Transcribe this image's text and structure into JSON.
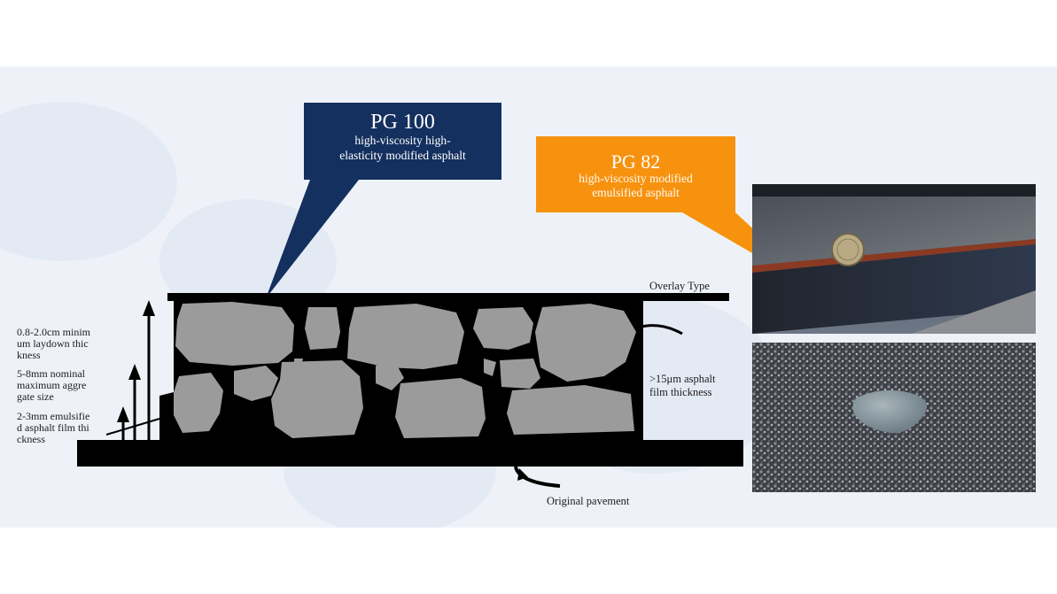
{
  "callouts": {
    "pg100": {
      "title": "PG 100",
      "line1": "high-viscosity high-",
      "line2": "elasticity modified asphalt",
      "color": "#14305f"
    },
    "pg82": {
      "title": "PG 82",
      "line1": "high-viscosity modified",
      "line2": "emulsified asphalt",
      "color": "#f7920f"
    }
  },
  "labels": {
    "overlay_type": "Overlay Type",
    "film_thickness_1": ">15μm asphalt",
    "film_thickness_2": "film thickness",
    "original_pavement": "Original pavement",
    "laydown_1": "0.8-2.0cm minim",
    "laydown_2": "um laydown thic",
    "laydown_3": "kness",
    "aggregate_1": "5-8mm nominal",
    "aggregate_2": "maximum aggre",
    "aggregate_3": "gate size",
    "emulsified_1": "2-3mm emulsifie",
    "emulsified_2": "d asphalt film thi",
    "emulsified_3": "ckness"
  },
  "colors": {
    "stone": "#9b9b9b",
    "binder": "#000000",
    "background": "#eef2f8"
  }
}
